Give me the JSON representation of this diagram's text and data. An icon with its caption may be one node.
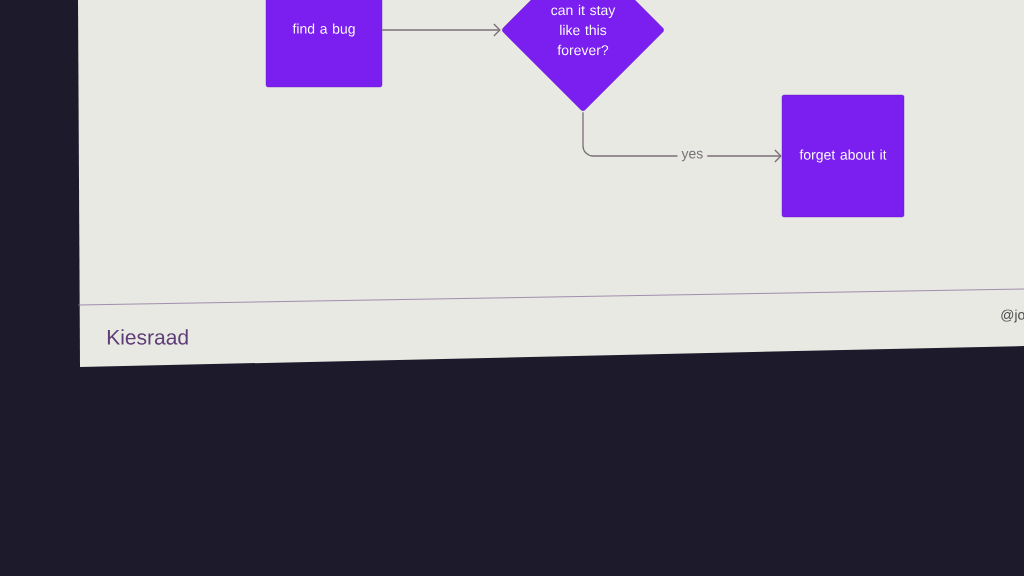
{
  "diagram": {
    "nodes": [
      {
        "text": [
          "find a bug"
        ]
      },
      {
        "text": [
          "can it stay like this forever?"
        ]
      },
      {
        "text": [
          "forget about it"
        ]
      }
    ],
    "edges": [
      {
        "from": 0,
        "to": 1,
        "arrow": "to"
      },
      {
        "from": 1,
        "to": 2,
        "arrow": "to",
        "label": "yes"
      }
    ],
    "labels": [
      "Kiesraad",
      "@jo"
    ]
  }
}
